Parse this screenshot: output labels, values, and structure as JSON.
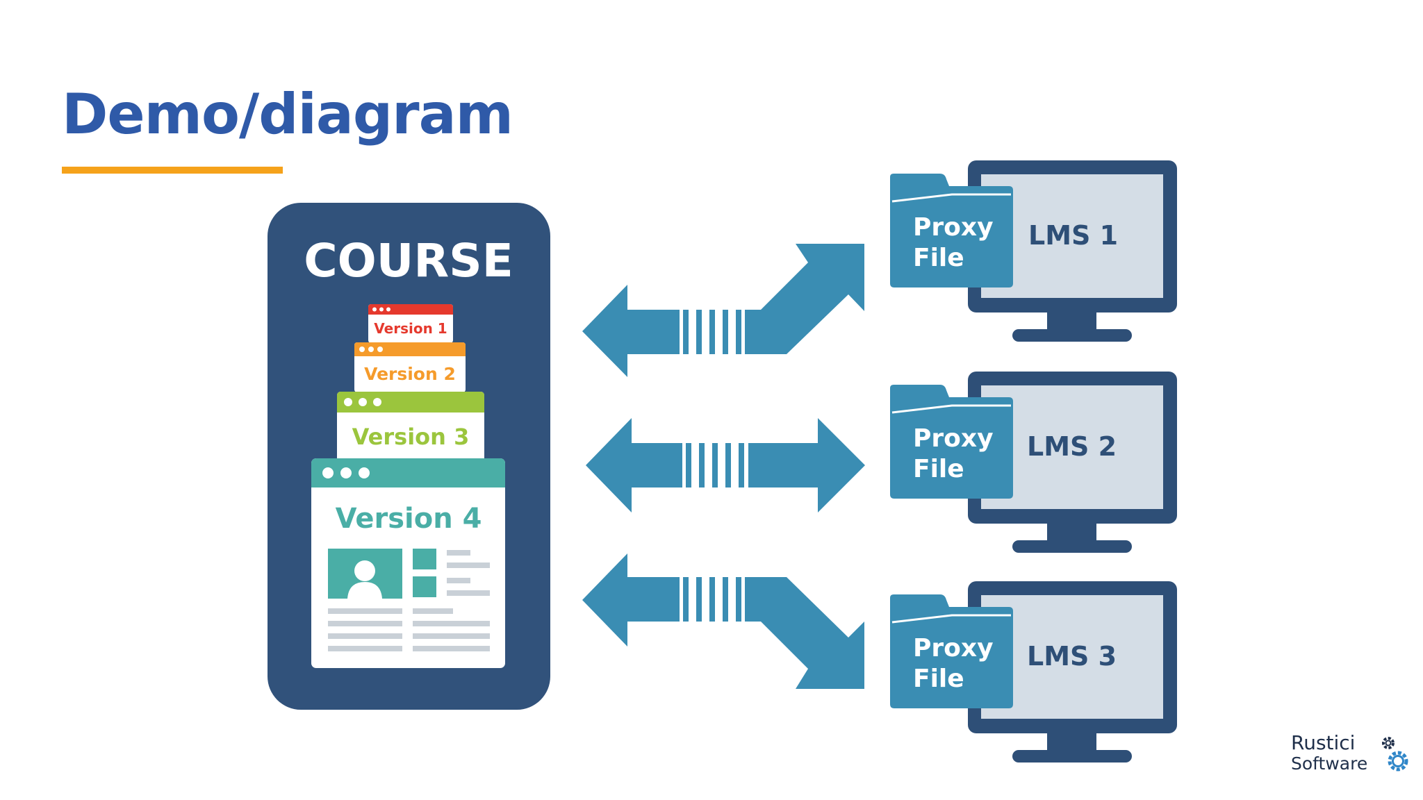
{
  "slide": {
    "title": "Demo/diagram"
  },
  "course": {
    "label": "COURSE",
    "versions": [
      {
        "label": "Version 1",
        "color": "#e5392d"
      },
      {
        "label": "Version 2",
        "color": "#f59b2b"
      },
      {
        "label": "Version 3",
        "color": "#9bc53d"
      },
      {
        "label": "Version 4",
        "color": "#4aaea6"
      }
    ]
  },
  "lms": [
    {
      "label": "LMS 1",
      "proxy_line1": "Proxy",
      "proxy_line2": "File",
      "connector": "arrow from course to LMS 1, pointing up-right"
    },
    {
      "label": "LMS 2",
      "proxy_line1": "Proxy",
      "proxy_line2": "File",
      "connector": "arrow from course to LMS 2, pointing right"
    },
    {
      "label": "LMS 3",
      "proxy_line1": "Proxy",
      "proxy_line2": "File",
      "connector": "arrow from course to LMS 3, pointing down-right"
    }
  ],
  "logo": {
    "line1": "Rustici",
    "line2": "Software",
    "icon": "gears-icon"
  },
  "colors": {
    "title": "#2f5aa8",
    "underline": "#f5a21b",
    "navy": "#31527b",
    "arrow": "#3a8db3",
    "folder": "#3a8db3",
    "screen": "#d4dde6",
    "monitor": "#2e4f77"
  }
}
